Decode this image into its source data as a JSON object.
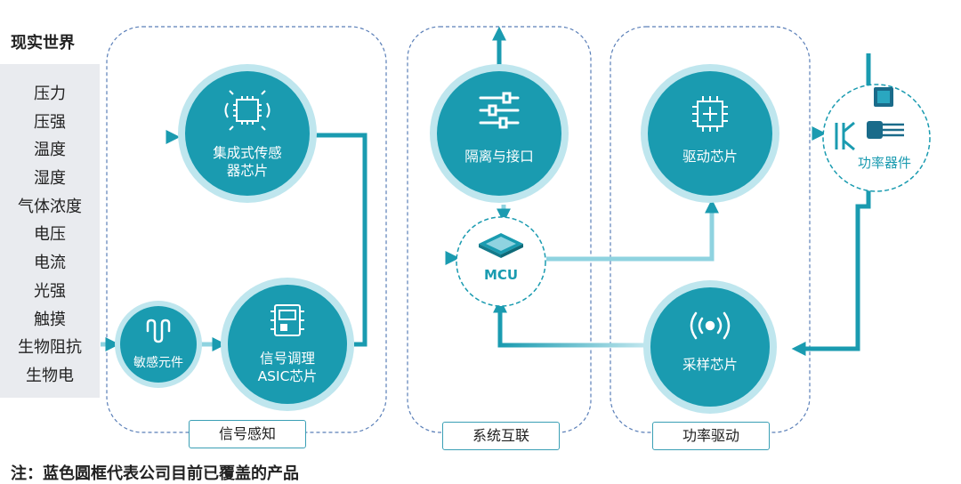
{
  "real_world": {
    "title": "现实世界",
    "inputs": [
      "压力",
      "压强",
      "温度",
      "湿度",
      "气体浓度",
      "电压",
      "电流",
      "光强",
      "触摸",
      "生物阻抗",
      "生物电"
    ]
  },
  "nodes": {
    "integrated_sensor": "集成式传感器芯片",
    "integrated_sensor_line1": "集成式传感",
    "integrated_sensor_line2": "器芯片",
    "sensitive_element": "敏感元件",
    "asic_line1": "信号调理",
    "asic_line2": "ASIC芯片",
    "isolation": "隔离与接口",
    "mcu": "MCU",
    "driver": "驱动芯片",
    "sampling": "采样芯片",
    "power_device": "功率器件"
  },
  "groups": {
    "signal": "信号感知",
    "system": "系统互联",
    "power": "功率驱动"
  },
  "note": "注：蓝色圆框代表公司目前已覆盖的产品",
  "colors": {
    "teal": "#1a9bb0",
    "teal_light": "#8fd3e0",
    "dashed": "#5a7fb8"
  },
  "icons": {
    "integrated_sensor": "sensor-chip-icon",
    "sensitive_element": "zigzag-resistor-icon",
    "asic": "asic-chip-icon",
    "isolation": "sliders-icon",
    "mcu": "microchip-icon",
    "driver": "cpu-plus-icon",
    "sampling": "wireless-signal-icon",
    "power_device": "power-transistor-icon"
  }
}
